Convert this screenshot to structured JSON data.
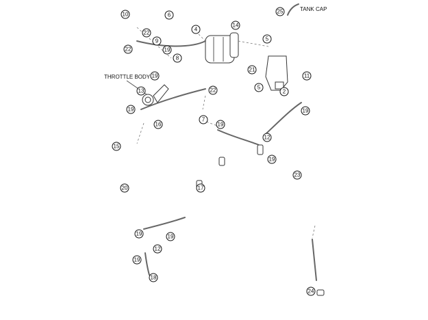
{
  "labels": {
    "throttle_body": "THROTTLE BODY",
    "tank_cap": "TANK CAP"
  },
  "callouts": [
    "10",
    "6",
    "25",
    "22",
    "9",
    "4",
    "14",
    "19",
    "8",
    "5",
    "22",
    "21",
    "11",
    "13",
    "19",
    "22",
    "5",
    "2",
    "19",
    "16",
    "7",
    "19",
    "19",
    "15",
    "12",
    "19",
    "23",
    "20",
    "17",
    "19",
    "19",
    "12",
    "19",
    "18",
    "24"
  ],
  "colors": {
    "ink": "#111111",
    "line": "#555555",
    "background": "#ffffff"
  }
}
